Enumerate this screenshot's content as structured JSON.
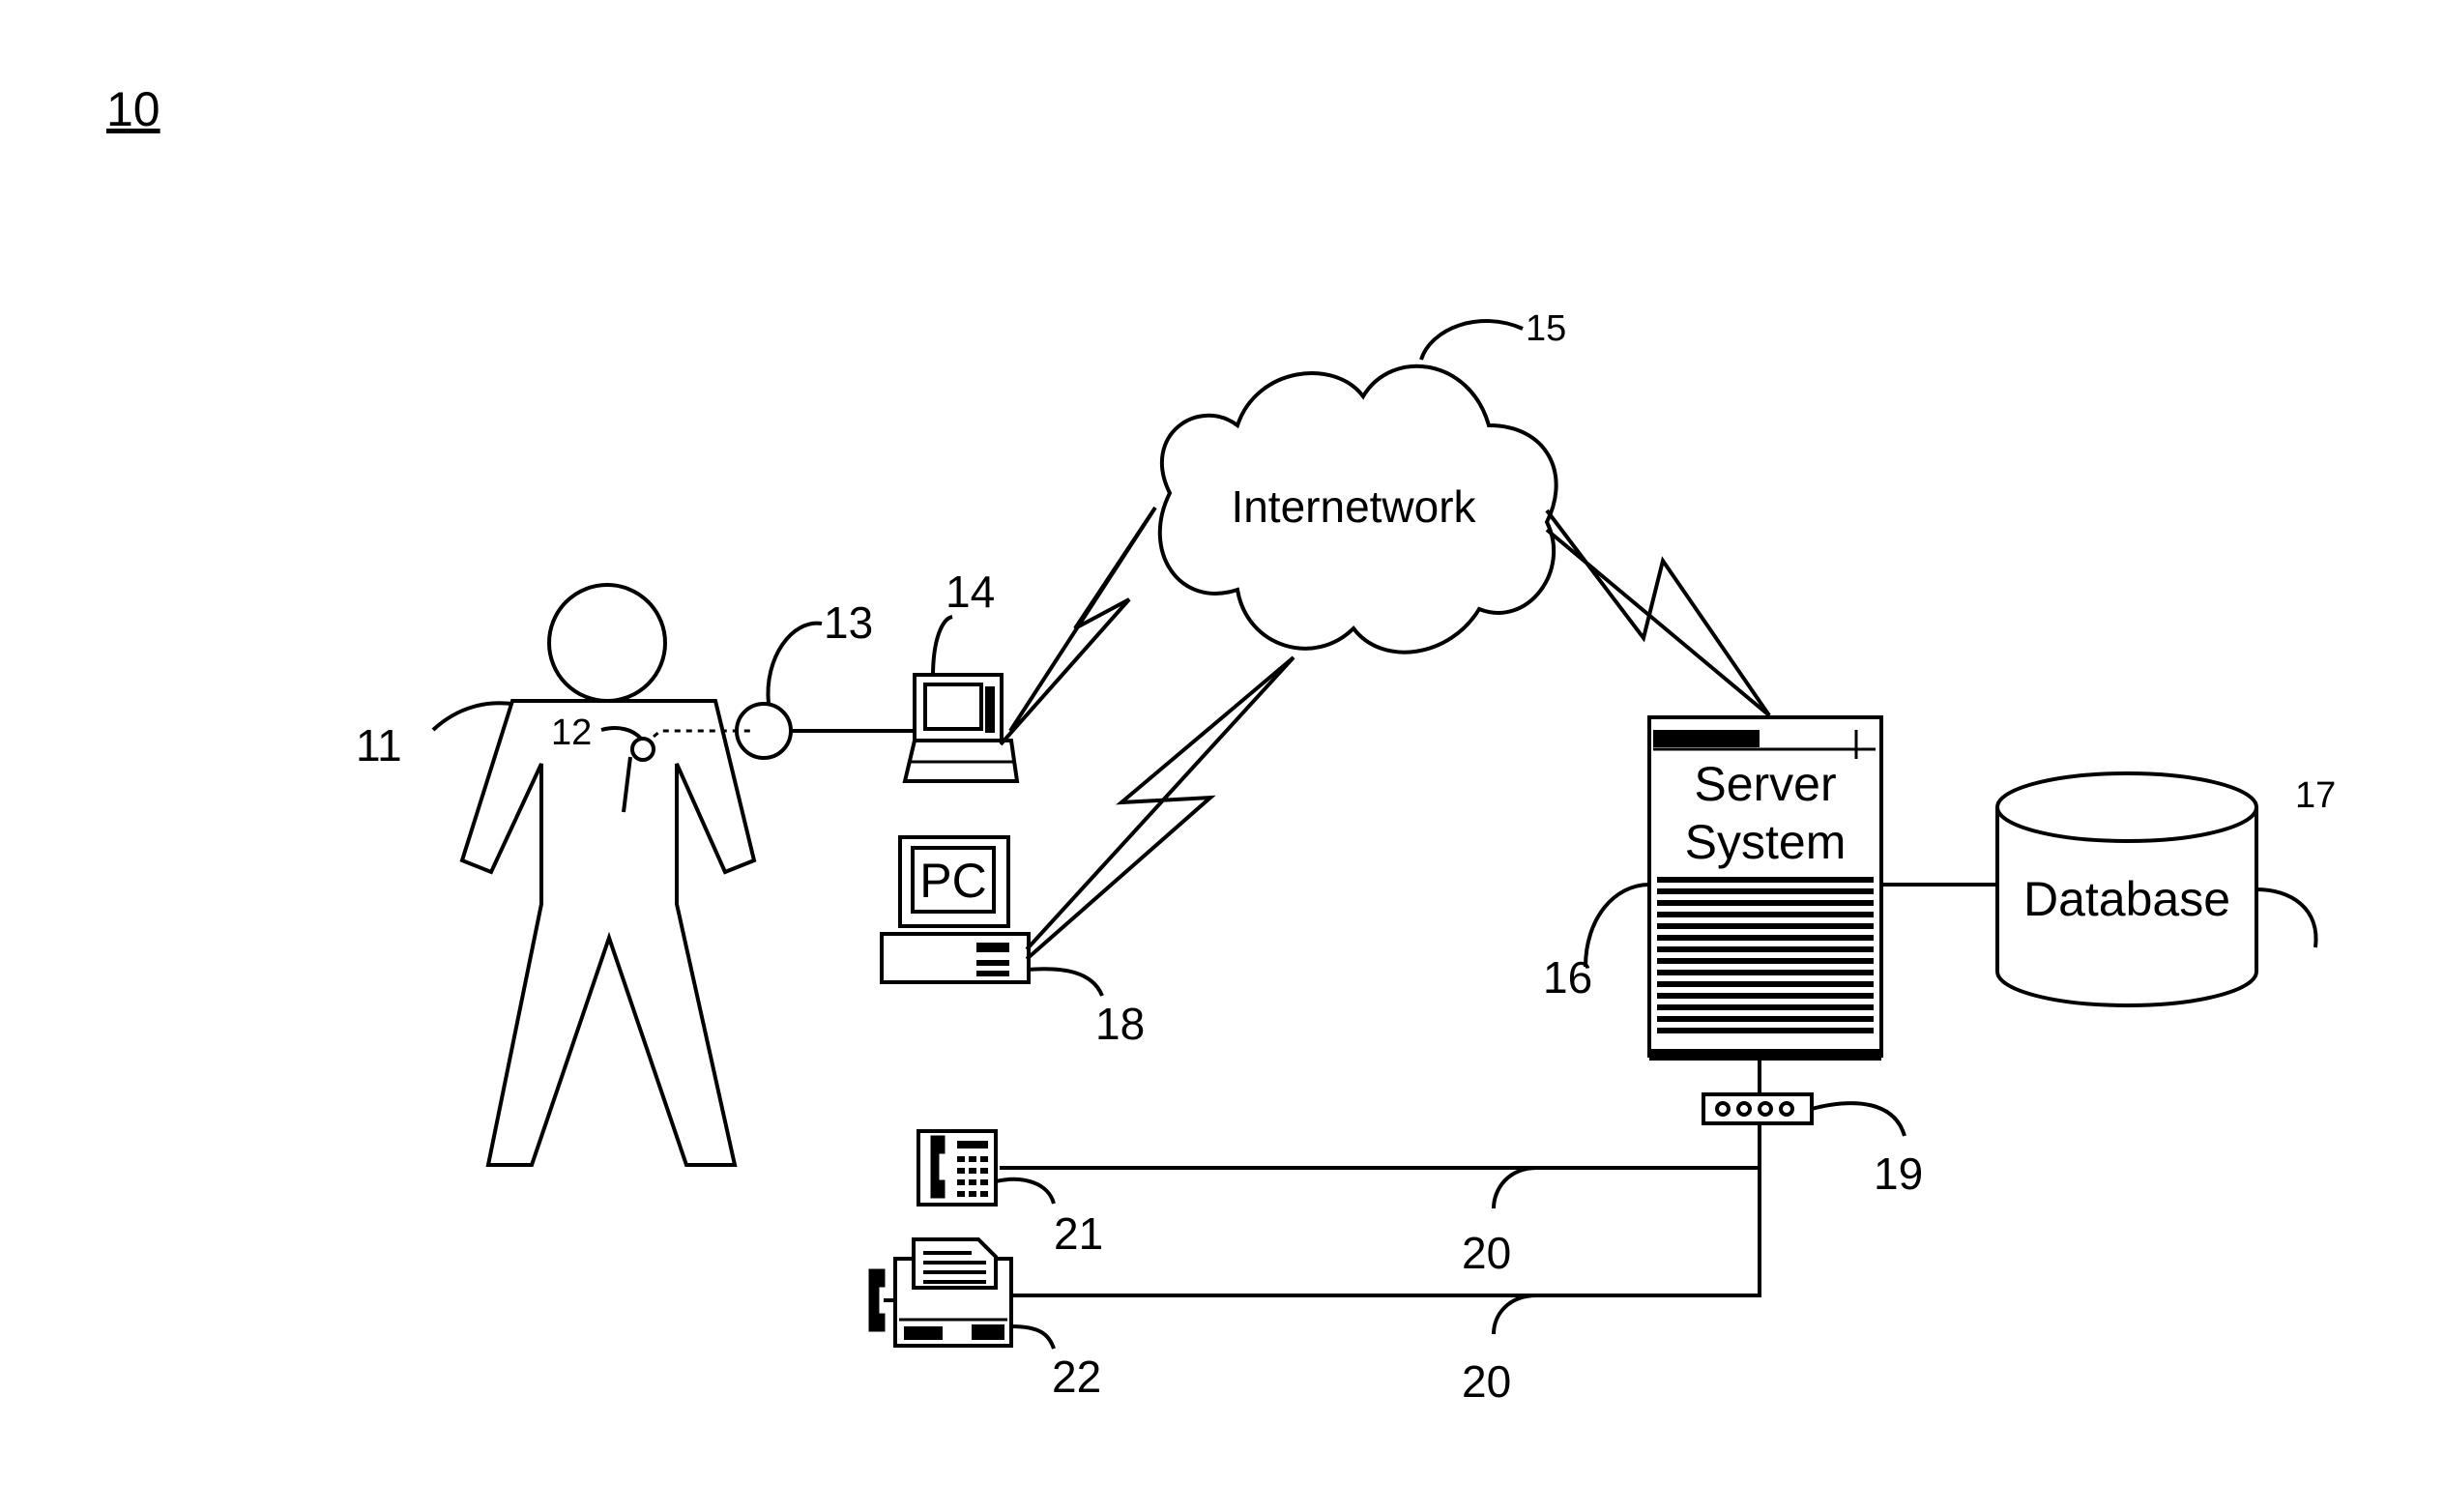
{
  "figure_number": "10",
  "cloud": {
    "label": "Internetwork",
    "ref": "15"
  },
  "server": {
    "label_line1": "Server",
    "label_line2": "System",
    "ref": "16"
  },
  "database": {
    "label": "Database",
    "ref": "17"
  },
  "pc": {
    "screen_label": "PC",
    "ref": "18"
  },
  "refs": {
    "patient": "11",
    "sensor": "12",
    "transceiver": "13",
    "laptop": "14",
    "modem": "19",
    "line_upper": "20",
    "line_lower": "20",
    "phone": "21",
    "fax": "22"
  }
}
